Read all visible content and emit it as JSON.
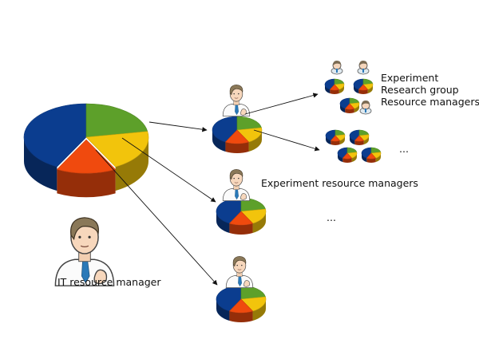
{
  "labels": {
    "it_manager": "IT resource manager",
    "experiment_managers": "Experiment resource managers",
    "experiment": "Experiment",
    "research_group": "Research group",
    "resource_managers": "Resource managers",
    "ellipsis_upper": "...",
    "ellipsis_lower": "..."
  },
  "icons": {
    "pie": "pie-chart-icon",
    "person": "manager-person-icon"
  },
  "colors": {
    "blue": "#0b3d8f",
    "green": "#5da02a",
    "yellow": "#f2c40c",
    "red": "#f04a0e",
    "arrow": "#111111"
  }
}
